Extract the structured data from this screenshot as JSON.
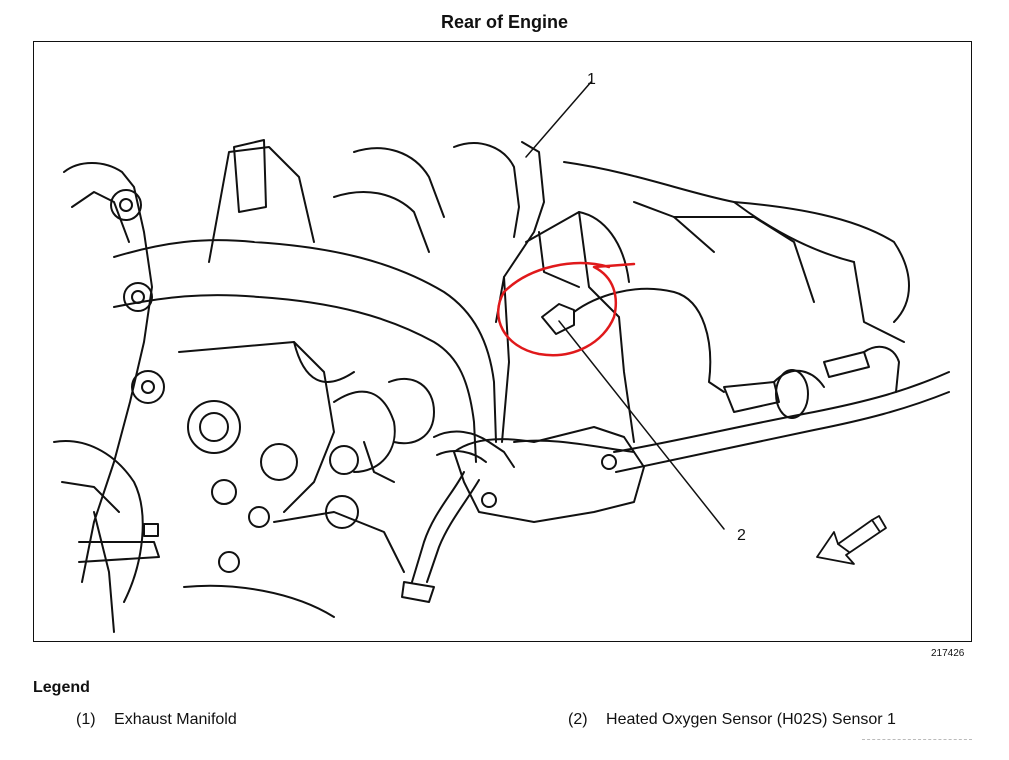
{
  "title": "Rear of Engine",
  "figure_number": "217426",
  "callouts": {
    "c1": "1",
    "c2": "2"
  },
  "legend": {
    "heading": "Legend",
    "items": [
      {
        "num": "(1)",
        "label": "Exhaust Manifold"
      },
      {
        "num": "(2)",
        "label": "Heated Oxygen Sensor (H02S) Sensor 1"
      }
    ]
  },
  "colors": {
    "line": "#111111",
    "highlight": "#e0191b",
    "background": "#ffffff"
  },
  "icons": {
    "direction_arrow": "arrow-down-left-icon"
  }
}
